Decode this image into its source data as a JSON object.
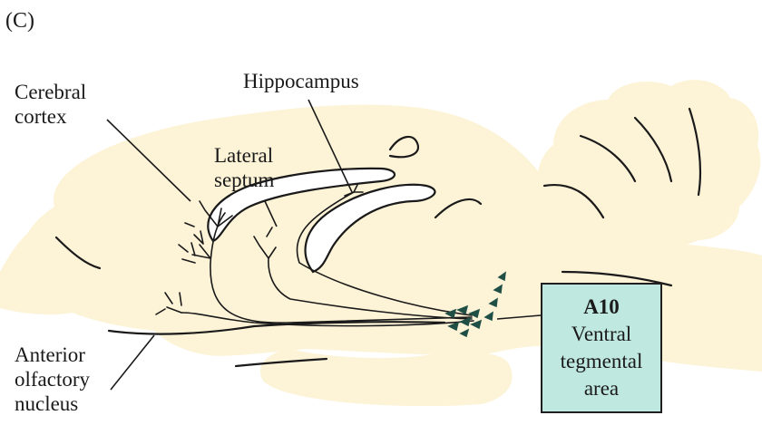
{
  "panel_label": "(C)",
  "labels": {
    "cerebral_cortex": [
      "Cerebral",
      "cortex"
    ],
    "hippocampus": "Hippocampus",
    "lateral_septum": [
      "Lateral",
      "septum"
    ],
    "anterior_olfactory_nucleus": [
      "Anterior",
      "olfactory",
      "nucleus"
    ]
  },
  "source_box": {
    "code": "A10",
    "name": [
      "Ventral",
      "tegmental",
      "area"
    ]
  },
  "colors": {
    "brain_fill": "#fdf3d7",
    "brain_outline": "#1a1a1a",
    "box_fill": "#bfe8e0",
    "projection_cells": "#1f4f45"
  }
}
